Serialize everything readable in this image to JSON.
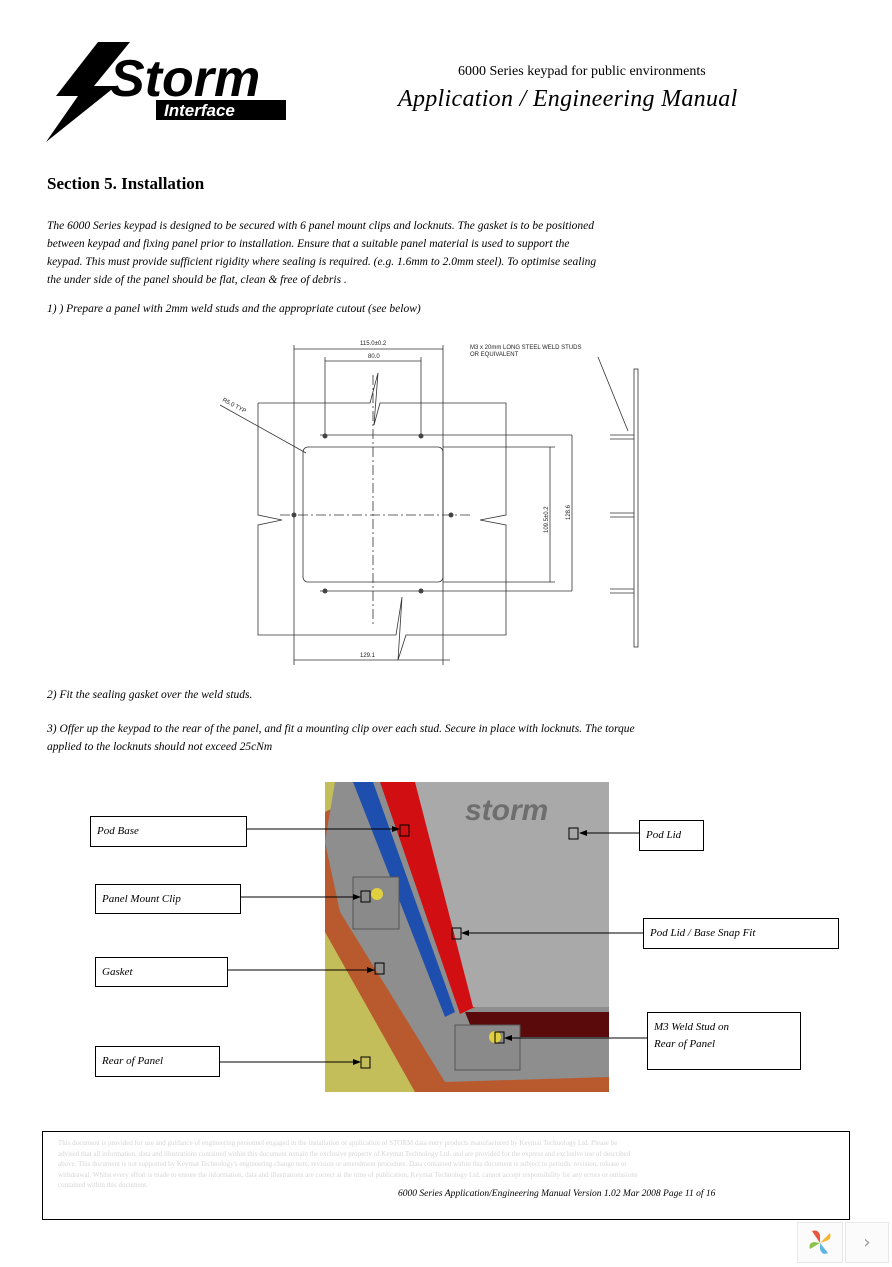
{
  "header": {
    "logo_word": "Storm",
    "logo_sub": "Interface",
    "series": "6000 Series keypad for public environments",
    "manual_title": "Application / Engineering Manual"
  },
  "section_title": "Section 5. Installation",
  "intro": "The 6000 Series keypad is designed to be secured with 6 panel mount clips and locknuts.  The gasket is to be positioned between keypad and fixing panel prior to installation.  Ensure that a suitable panel material is used to support the keypad. This must provide sufficient rigidity where sealing is required.  (e.g. 1.6mm to 2.0mm steel). To optimise sealing the under side of the panel should be flat, clean & free of debris .",
  "steps": {
    "step1": "1) ) Prepare a panel with 2mm weld studs and the appropriate cutout (see below)",
    "step2": "2) Fit the sealing gasket over the weld studs.",
    "step3": "3) Offer up the keypad to the rear of the panel, and fit a mounting clip over each stud. Secure in place with locknuts. The torque applied to the locknuts should not exceed 25cNm"
  },
  "drawing": {
    "dim_top_outer": "115.0±0.2",
    "dim_top_inner": "80.0",
    "dim_bottom": "129.1",
    "dim_right_inner": "109.5±0.2",
    "dim_right_outer": "128.6",
    "radius_note": "R5.0 TYP",
    "stud_note_line1": "M3 x 20mm LONG STEEL WELD STUDS",
    "stud_note_line2": "OR EQUIVALENT"
  },
  "photo": {
    "logo_text": "storm"
  },
  "callouts": {
    "pod_base": "Pod Base",
    "panel_mount_clip": "Panel Mount Clip",
    "gasket": "Gasket",
    "rear_of_panel": "Rear of Panel",
    "pod_lid": "Pod Lid",
    "snap_fit": "Pod Lid / Base Snap Fit",
    "weld_stud_line1": "M3 Weld Stud on",
    "weld_stud_line2": "Rear of Panel"
  },
  "footer": {
    "disclaimer": "This document is provided for use and guidance of engineering personnel engaged in the installation or application of STORM data entry products manufactured by Keymat Technology Ltd. Please be advised that all information, data and illustrations contained within this document remain the exclusive property of Keymat Technology Ltd. and are provided for the express and exclusive use of described above. This document is not supported by Keymat Technology's engineering change note, revision or amendment procedure. Data contained within this document is subject to periodic revision, release or withdrawal. Whilst every effort is made to ensure the information, data and illustrations are correct at the time of publication, Keymat Technology Ltd. cannot accept responsibility for any errors or omissions contained within this document.",
    "reference": "6000 Series Application/Engineering Manual Version 1.02 Mar 2008   Page 11 of 16"
  },
  "viewer": {
    "next_glyph": "›"
  }
}
